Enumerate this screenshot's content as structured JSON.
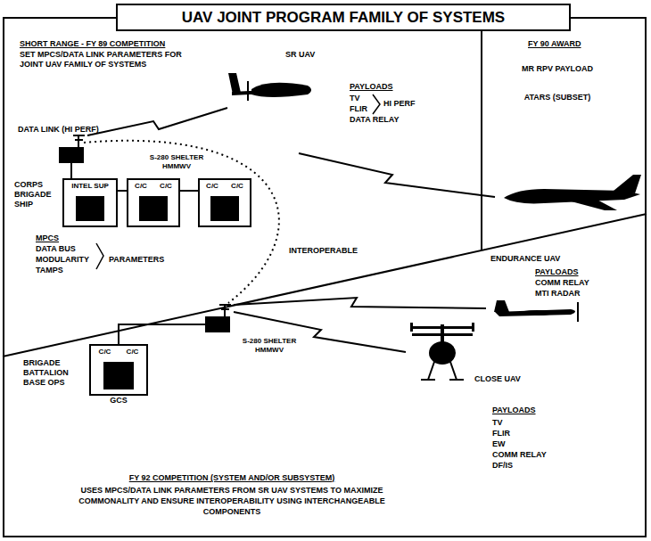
{
  "diagram": {
    "title": "UAV JOINT PROGRAM FAMILY OF SYSTEMS",
    "nodes": [
      {
        "text": [
          "INTEL SUP"
        ]
      },
      {
        "text": [
          "C/C",
          "C/C"
        ]
      },
      {
        "text": [
          "C/C",
          "C/C"
        ]
      },
      {
        "text": [
          "C/C",
          "C/C",
          "GCS"
        ]
      }
    ],
    "edges": [
      {
        "from": 0,
        "to": 1,
        "arrow": "none"
      },
      {
        "from": 1,
        "to": 2,
        "arrow": "none"
      }
    ],
    "labels": [
      "SHORT RANGE - FY 89 COMPETITION",
      "SET MPCS/DATA LINK PARAMETERS FOR JOINT UAV FAMILY OF SYSTEMS",
      "SR UAV",
      "PAYLOADS",
      "TV",
      "FLIR",
      "HI PERF",
      "DATA RELAY",
      "FY 90 AWARD",
      "MR RPV PAYLOAD",
      "ATARS (SUBSET)",
      "DATA LINK (HI PERF)",
      "S-280 SHELTER HMMWV",
      "CORPS BRIGADE SHIP",
      "MPCS",
      "DATA BUS",
      "MODULARITY",
      "TAMPS",
      "PARAMETERS",
      "INTEROPERABLE",
      "ENDURANCE UAV",
      "PAYLOADS",
      "COMM RELAY",
      "MTI RADAR",
      "BRIGADE BATTALION BASE OPS",
      "S-280 SHELTER HMMWV",
      "CLOSE UAV",
      "PAYLOADS",
      "TV",
      "FLIR",
      "EW",
      "COMM RELAY",
      "DF/IS",
      "FY 92 COMPETITION (SYSTEM AND/OR SUBSYSTEM)",
      "USES MPCS/DATA LINK PARAMETERS FROM SR UAV SYSTEMS TO MAXIMIZE COMMONALITY AND ENSURE INTEROPERABILITY USING INTERCHANGEABLE COMPONENTS"
    ]
  }
}
